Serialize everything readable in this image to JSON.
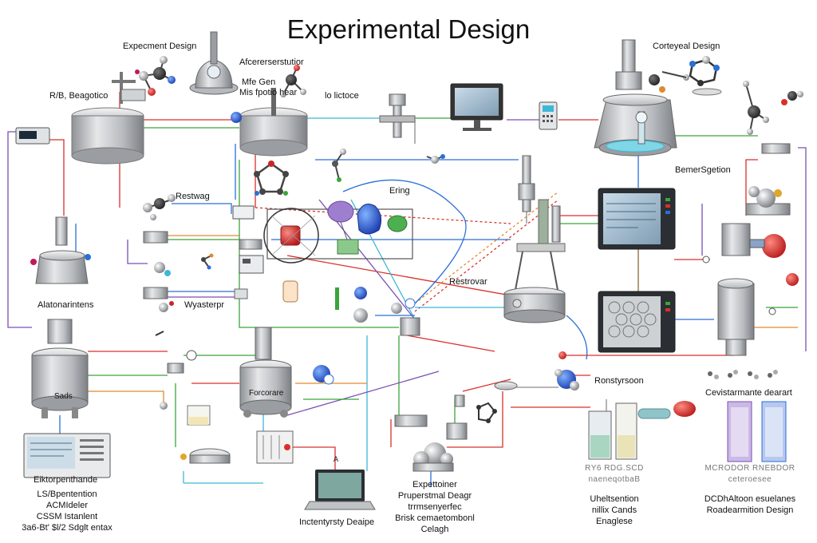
{
  "title": "Experimental Design",
  "labels": {
    "expecment_design": "Expecment Design",
    "afterersetutor": "Afcererserstutior",
    "rd_beagotico": "R/B, Beagotico",
    "mfe_gen": "Mfe Gen",
    "mis_fpotio": "Mis fpotio hear",
    "lo_lictoce": "lo lictoce",
    "corteyeal_design": "Corteyeal Design",
    "bemer_sgetion": "BemerSgetion",
    "restwag": "Restwag",
    "ering": "Ering",
    "restrovar": "Restrovar",
    "alatonarintens": "Alatonarintens",
    "wyasterpr": "Wyasterpr",
    "sads": "Sads",
    "forcorare": "Forcorare",
    "ronstyrsoon": "Ronstyrsoon",
    "cevistarmante": "Cevistarmante dearart",
    "eiktorpentande": "Eiktorpenthande",
    "a_label": "A",
    "inctentyrsty": "Inctentyrsty Deaipe"
  },
  "blocks": {
    "bottom_left": [
      "LS/Bpentention",
      "ACMIdeler",
      "CSSM Istanlent",
      "3a6-Bt' $l/2 Sdglt entax"
    ],
    "bottom_mid": [
      "Expettoiner",
      "Pruperstmal Deagr",
      "trrmsenyerfec",
      "Brisk cemaetombonl",
      "Celagh"
    ],
    "bottom_right1_codes": [
      "RY6 RDG.SCD",
      "naeneqotbaB"
    ],
    "bottom_right1": [
      "Uheltsention",
      "nillix Cands",
      "Enaglese"
    ],
    "bottom_right2_codes": [
      "MCRODOR RNEBDOR",
      "ceteroesee"
    ],
    "bottom_right2": [
      "DCDhAltoon esuelanes",
      "Roadearmition Design"
    ]
  },
  "colors": {
    "red": "#d9302a",
    "green": "#3aa53a",
    "blue": "#2a6fd6",
    "purple": "#7b4fb5",
    "cyan": "#3db7d8",
    "orange": "#e08a2e",
    "gray": "#8c8c8c"
  }
}
